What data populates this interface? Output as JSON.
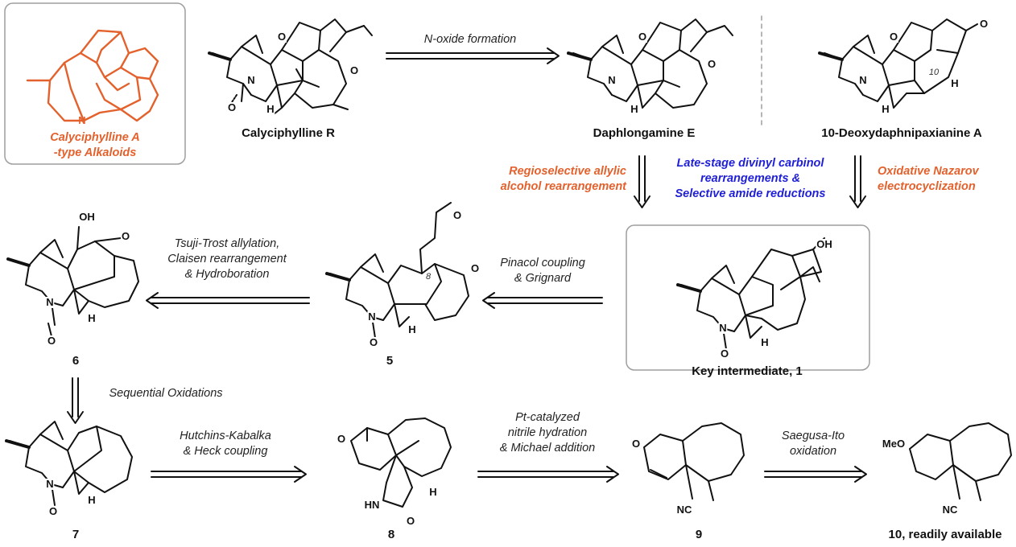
{
  "compounds": {
    "calyciphylline_a_type": {
      "line1": "Calyciphylline A",
      "line2": "-type Alkaloids"
    },
    "calyciphylline_r": "Calyciphylline R",
    "daphlongamine_e": "Daphlongamine E",
    "deoxydaphnipaxianine": "10-Deoxydaphnipaxianine A",
    "key_intermediate": "Key intermediate, 1",
    "c6": "6",
    "c5": "5",
    "c7": "7",
    "c8": "8",
    "c9": "9",
    "c10": "10, readily available"
  },
  "conditions": {
    "n_oxide": "N-oxide formation",
    "tsuji": [
      "Tsuji-Trost allylation,",
      "Claisen rearrangement",
      "& Hydroboration"
    ],
    "pinacol": [
      "Pinacol coupling",
      "& Grignard"
    ],
    "sequential": "Sequential Oxidations",
    "hutchins": [
      "Hutchins-Kabalka",
      "& Heck coupling"
    ],
    "pt_cat": [
      "Pt-catalyzed",
      "nitrile hydration",
      "& Michael addition"
    ],
    "saegusa": [
      "Saegusa-Ito",
      "oxidation"
    ]
  },
  "strategies": {
    "regioselective": [
      "Regioselective allylic",
      "alcohol rearrangement"
    ],
    "late_stage": [
      "Late-stage divinyl carbinol",
      "rearrangements &",
      "Selective amide reductions"
    ],
    "nazarov": [
      "Oxidative Nazarov",
      "electrocyclization"
    ]
  },
  "atoms": {
    "N": "N",
    "O": "O",
    "OH": "OH",
    "H": "H",
    "HN": "HN",
    "NC": "NC",
    "MeO": "MeO"
  },
  "locants": {
    "c8": "8",
    "c10": "10"
  },
  "colors": {
    "accent_orange": "#e3612c",
    "accent_blue": "#1f1fd6",
    "panel_border": "#9e9e9e",
    "ink": "#111111"
  }
}
